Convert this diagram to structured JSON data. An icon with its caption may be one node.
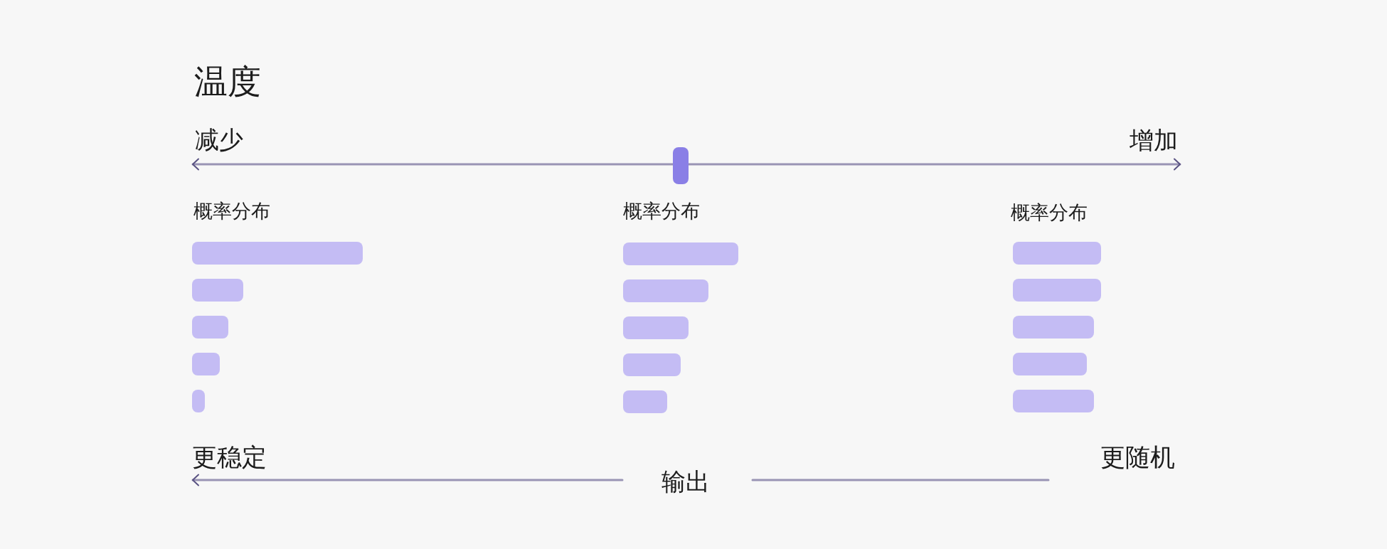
{
  "diagram": {
    "title": "温度",
    "labels": [
      "减少",
      "增加",
      "概率分布",
      "概率分布",
      "概率分布",
      "更稳定",
      "输出",
      "更随机"
    ]
  }
}
